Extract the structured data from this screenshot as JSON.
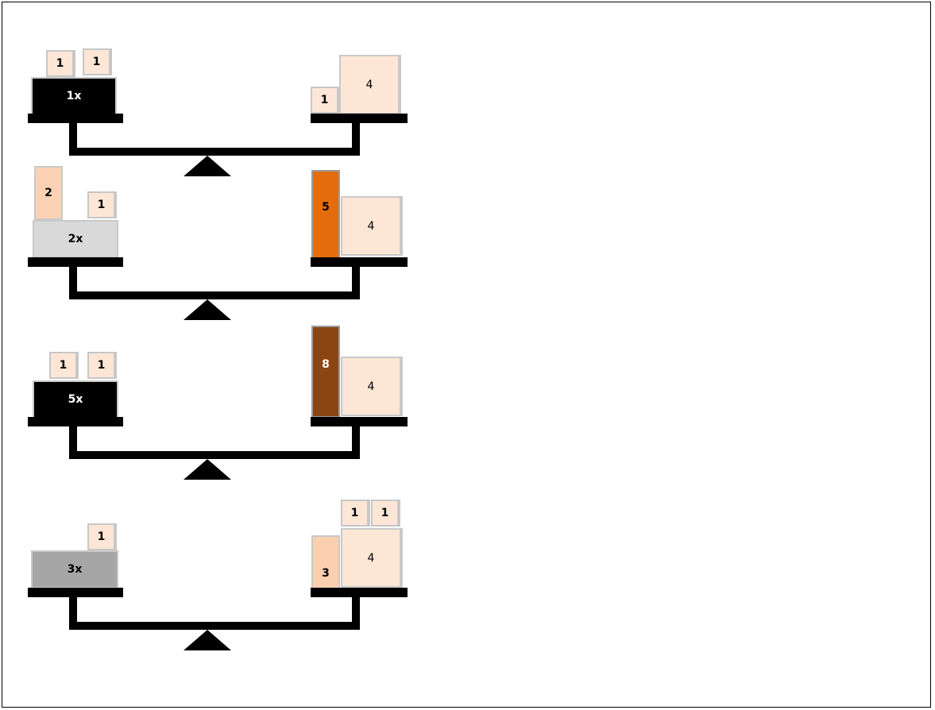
{
  "colors": {
    "unit_block": "#fde6d6",
    "beam": "#000000",
    "block_2": "#fcd2b5",
    "block_3": "#fbd0b0",
    "block_5": "#e46c0a",
    "block_8": "#8b4513",
    "var_black": "#000000",
    "var_light": "#d9d9d9",
    "var_gray": "#a6a6a6"
  },
  "scales": [
    {
      "left": {
        "variable": "1x",
        "variable_color": "black",
        "small_blocks": [
          "1",
          "1"
        ]
      },
      "right": {
        "blocks": [
          "1",
          "4"
        ]
      }
    },
    {
      "left": {
        "variable": "2x",
        "variable_color": "light-gray",
        "small_blocks": [
          "2",
          "1"
        ]
      },
      "right": {
        "blocks": [
          "5",
          "4"
        ]
      }
    },
    {
      "left": {
        "variable": "5x",
        "variable_color": "black",
        "small_blocks": [
          "1",
          "1"
        ]
      },
      "right": {
        "blocks": [
          "8",
          "4"
        ]
      }
    },
    {
      "left": {
        "variable": "3x",
        "variable_color": "gray",
        "small_blocks": [
          "1"
        ]
      },
      "right": {
        "blocks": [
          "3",
          "4",
          "1",
          "1"
        ]
      }
    }
  ]
}
